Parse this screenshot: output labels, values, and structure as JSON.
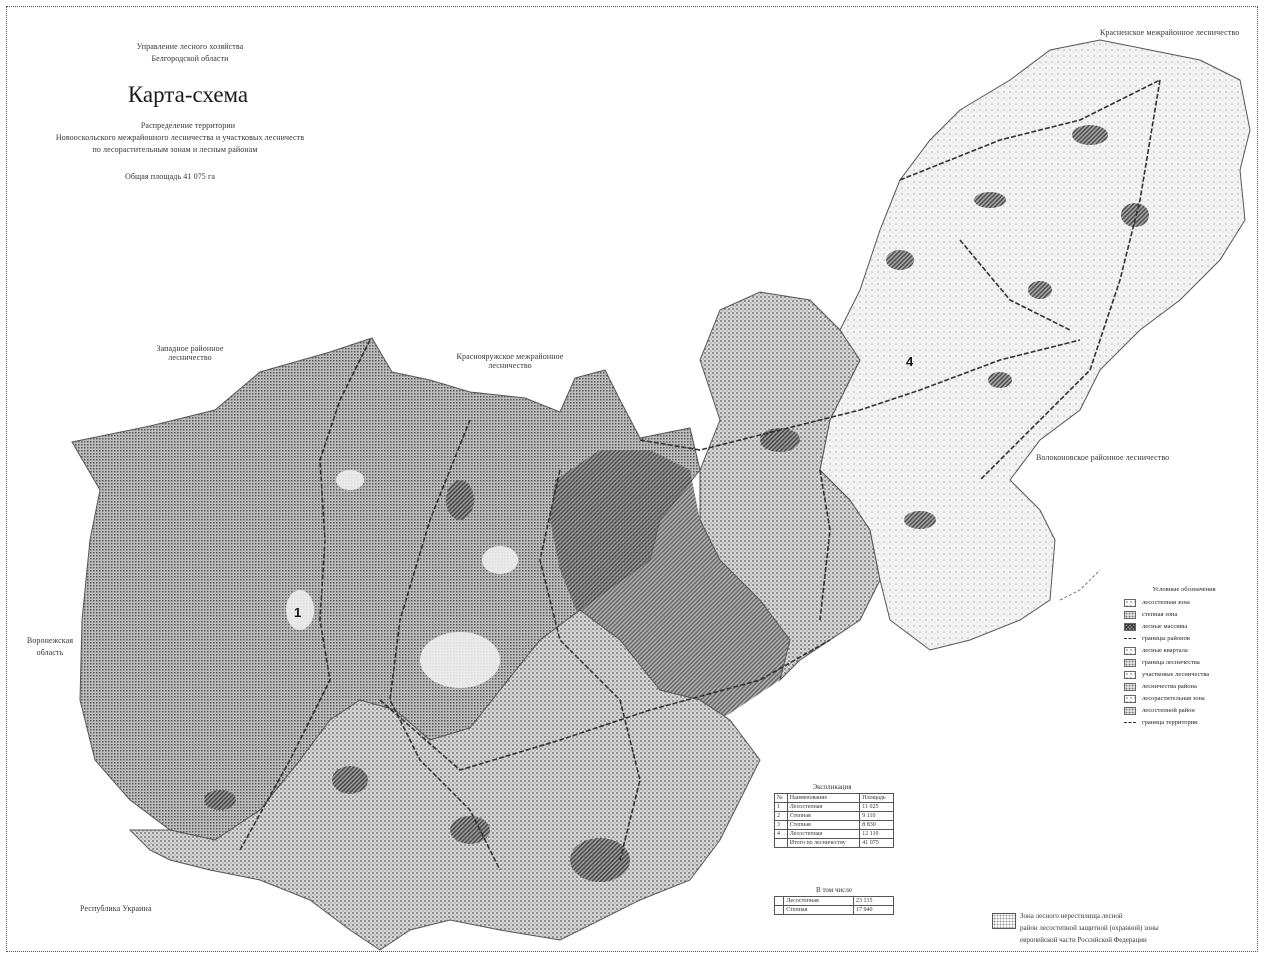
{
  "header": {
    "org_line1": "Управление лесного хозяйства",
    "org_line2": "Белгородской области",
    "title": "Карта-схема",
    "desc_line1": "Распределение территории",
    "desc_line2": "Новооскольского межрайонного лесничества и участковых лесничеств",
    "desc_line3": "по лесорастительным зонам и лесным районам",
    "area_text": "Общая площадь 41 075 га"
  },
  "neighbors": {
    "top_right": "Красненское межрайонное лесничество",
    "top_left": "Западное районное лесничество",
    "top_center": "Краснояружское межрайонное лесничество",
    "right": "Волоконовское районное лесничество",
    "left_1": "Воронежская",
    "left_2": "область",
    "bottom_left": "Республика Украина"
  },
  "zones": {
    "z1": "1",
    "z4": "4"
  },
  "legend": {
    "title": "Условные обозначения",
    "items": [
      "лесостепная зона",
      "степная зона",
      "лесные массивы",
      "границы районов",
      "лесные квартала",
      "граница лесничества",
      "участковые лесничества",
      "лесничества района",
      "лесорастительная зона",
      "лесостепной район",
      "граница территории"
    ]
  },
  "explication": {
    "title": "Экспликация",
    "rows": [
      [
        "№",
        "Наименование",
        "Площадь"
      ],
      [
        "1",
        "Лесостепная",
        "11 025"
      ],
      [
        "2",
        "Степная",
        "9 110"
      ],
      [
        "3",
        "Степная",
        "8 830"
      ],
      [
        "4",
        "Лесостепная",
        "12 110"
      ],
      [
        "",
        "Итого по лесничеству",
        "41 075"
      ]
    ],
    "subtitle": "В том числе",
    "rows2": [
      [
        "",
        "Лесостепная",
        "23 135"
      ],
      [
        "",
        "Степная",
        "17 940"
      ]
    ]
  },
  "note": {
    "line1": "Зона лесного нерестилища лесной",
    "line2": "район лесостепной защитной (охранной) зоны",
    "line3": "европейской части Российской Федерации"
  },
  "colors": {
    "map_fill_dense": "#8a8a8a",
    "map_fill_light": "#cfcfcf",
    "border": "#555555"
  }
}
